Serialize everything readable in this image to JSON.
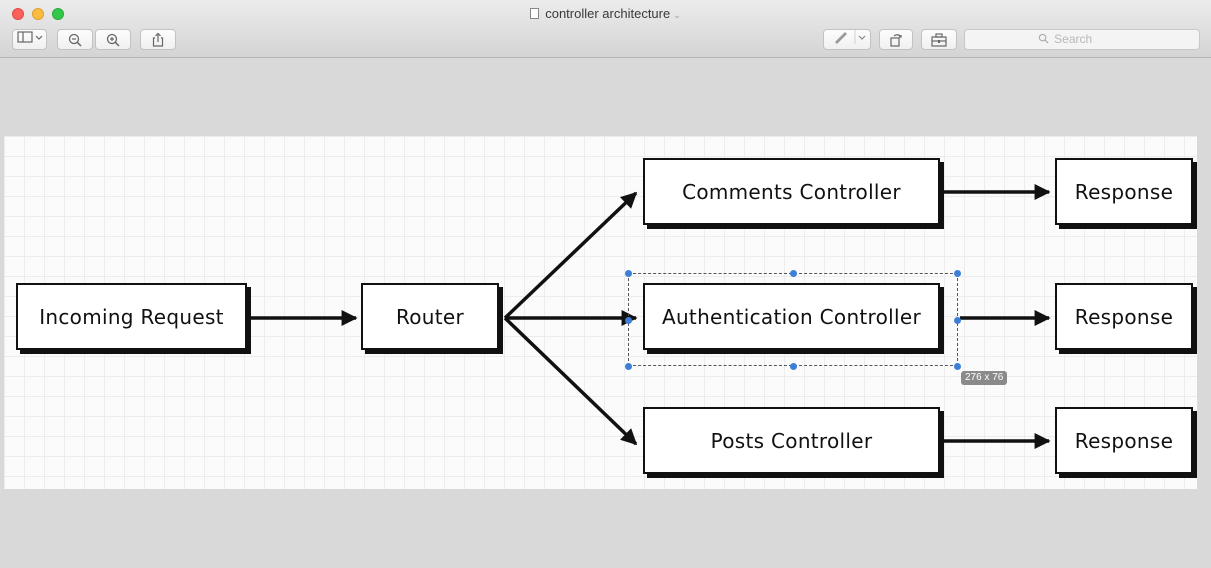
{
  "window": {
    "title": "controller architecture"
  },
  "toolbar": {
    "sidebar_icon": "sidebar-toggle-icon",
    "zoom_out_icon": "zoom-out-icon",
    "zoom_in_icon": "zoom-in-icon",
    "share_icon": "share-icon",
    "markup_icon": "pen-icon",
    "rotate_icon": "rotate-icon",
    "toolbox_icon": "toolbox-icon",
    "search_placeholder": "Search"
  },
  "diagram": {
    "nodes": {
      "incoming": "Incoming Request",
      "router": "Router",
      "comments": "Comments Controller",
      "auth": "Authentication Controller",
      "posts": "Posts Controller",
      "response_1": "Response",
      "response_2": "Response",
      "response_3": "Response"
    },
    "selection_size": "276 x 76"
  },
  "colors": {
    "selection_handle": "#3d7fd6",
    "node_border": "#111111"
  }
}
